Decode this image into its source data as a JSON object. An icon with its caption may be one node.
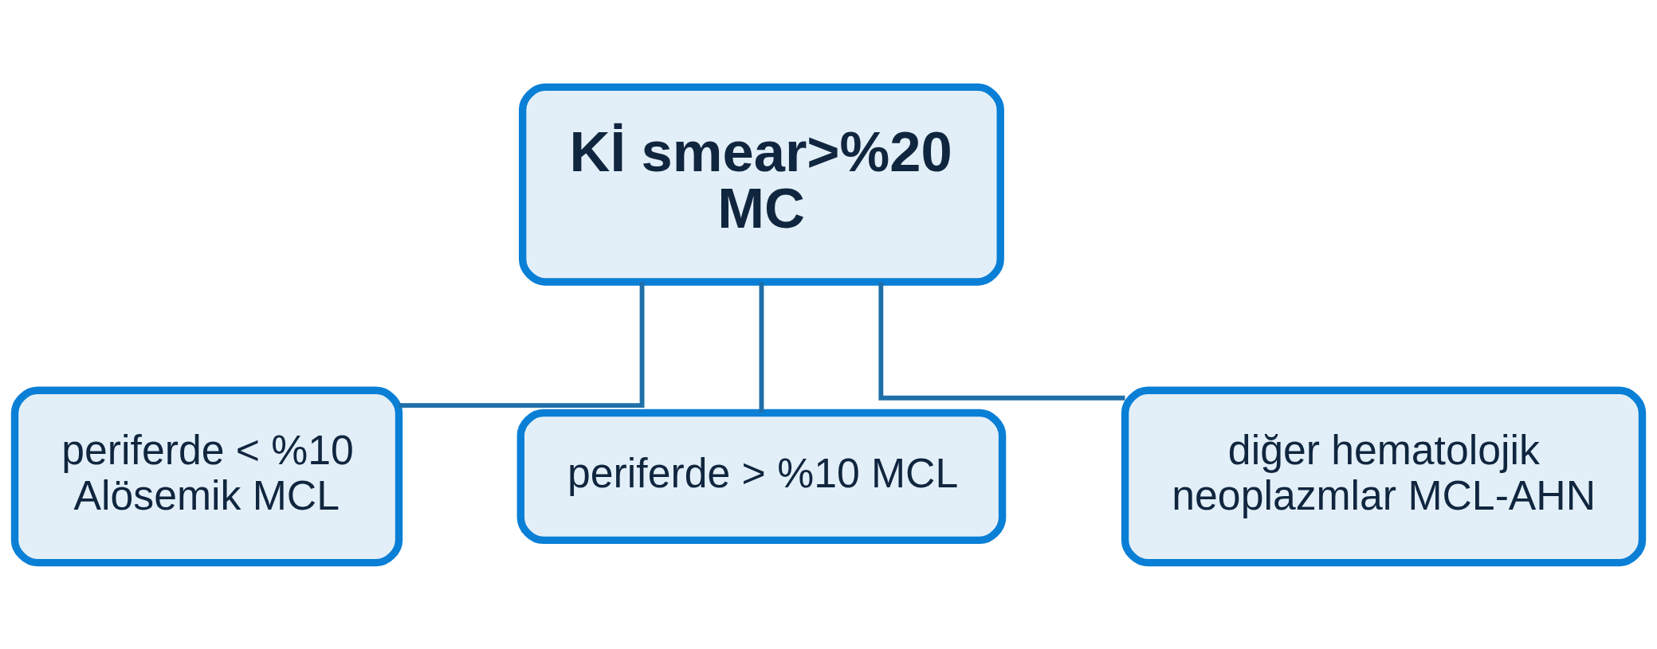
{
  "diagram": {
    "nodes": [
      {
        "text": [
          "Kİ smear>%20 MC"
        ]
      },
      {
        "text": [
          "periferde < %10 Alösemik MCL"
        ]
      },
      {
        "text": [
          "periferde > %10 MCL"
        ]
      },
      {
        "text": [
          "diğer hematolojik neoplazmlar MCL-AHN"
        ]
      }
    ],
    "edges": [
      {
        "from": 0,
        "to": 1,
        "arrow": "none"
      },
      {
        "from": 0,
        "to": 2,
        "arrow": "none"
      },
      {
        "from": 0,
        "to": 3,
        "arrow": "none"
      }
    ]
  }
}
